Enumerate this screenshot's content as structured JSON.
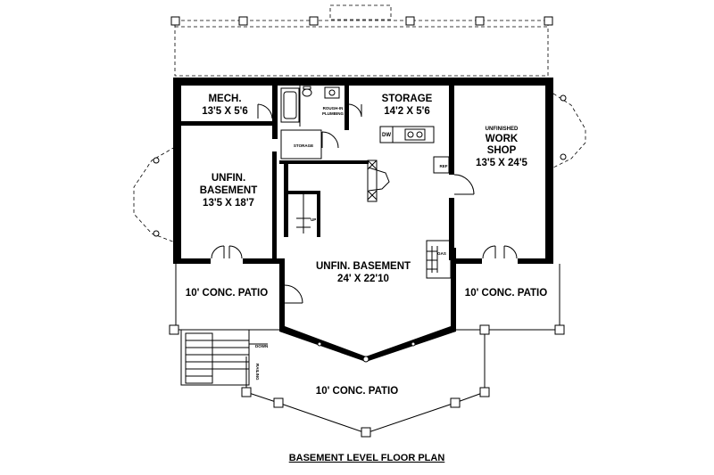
{
  "plan": {
    "title": "BASEMENT LEVEL FLOOR PLAN",
    "rooms": {
      "mech": {
        "name": "MECH.",
        "size": "13'5 X 5'6"
      },
      "storage_top": {
        "name": "STORAGE",
        "size": "14'2 X 5'6"
      },
      "workshop": {
        "line1": "UNFINISHED",
        "line2": "WORK",
        "line3": "SHOP",
        "size": "13'5 X 24'5"
      },
      "unfin_left": {
        "line1": "UNFIN.",
        "line2": "BASEMENT",
        "size": "13'5 X 18'7"
      },
      "unfin_main": {
        "name": "UNFIN. BASEMENT",
        "size": "24' X 22'10"
      },
      "storage_small": {
        "name": "STORAGE"
      }
    },
    "labels": {
      "rough_in_1": "ROUGH-IN",
      "rough_in_2": "PLUMBING",
      "dw": "DW",
      "ref": "REF",
      "up": "UP",
      "down": "DOWN",
      "railing": "RAILING",
      "gas": "GAS"
    },
    "patios": {
      "left": "10' CONC. PATIO",
      "right": "10' CONC. PATIO",
      "bottom": "10' CONC. PATIO"
    }
  }
}
